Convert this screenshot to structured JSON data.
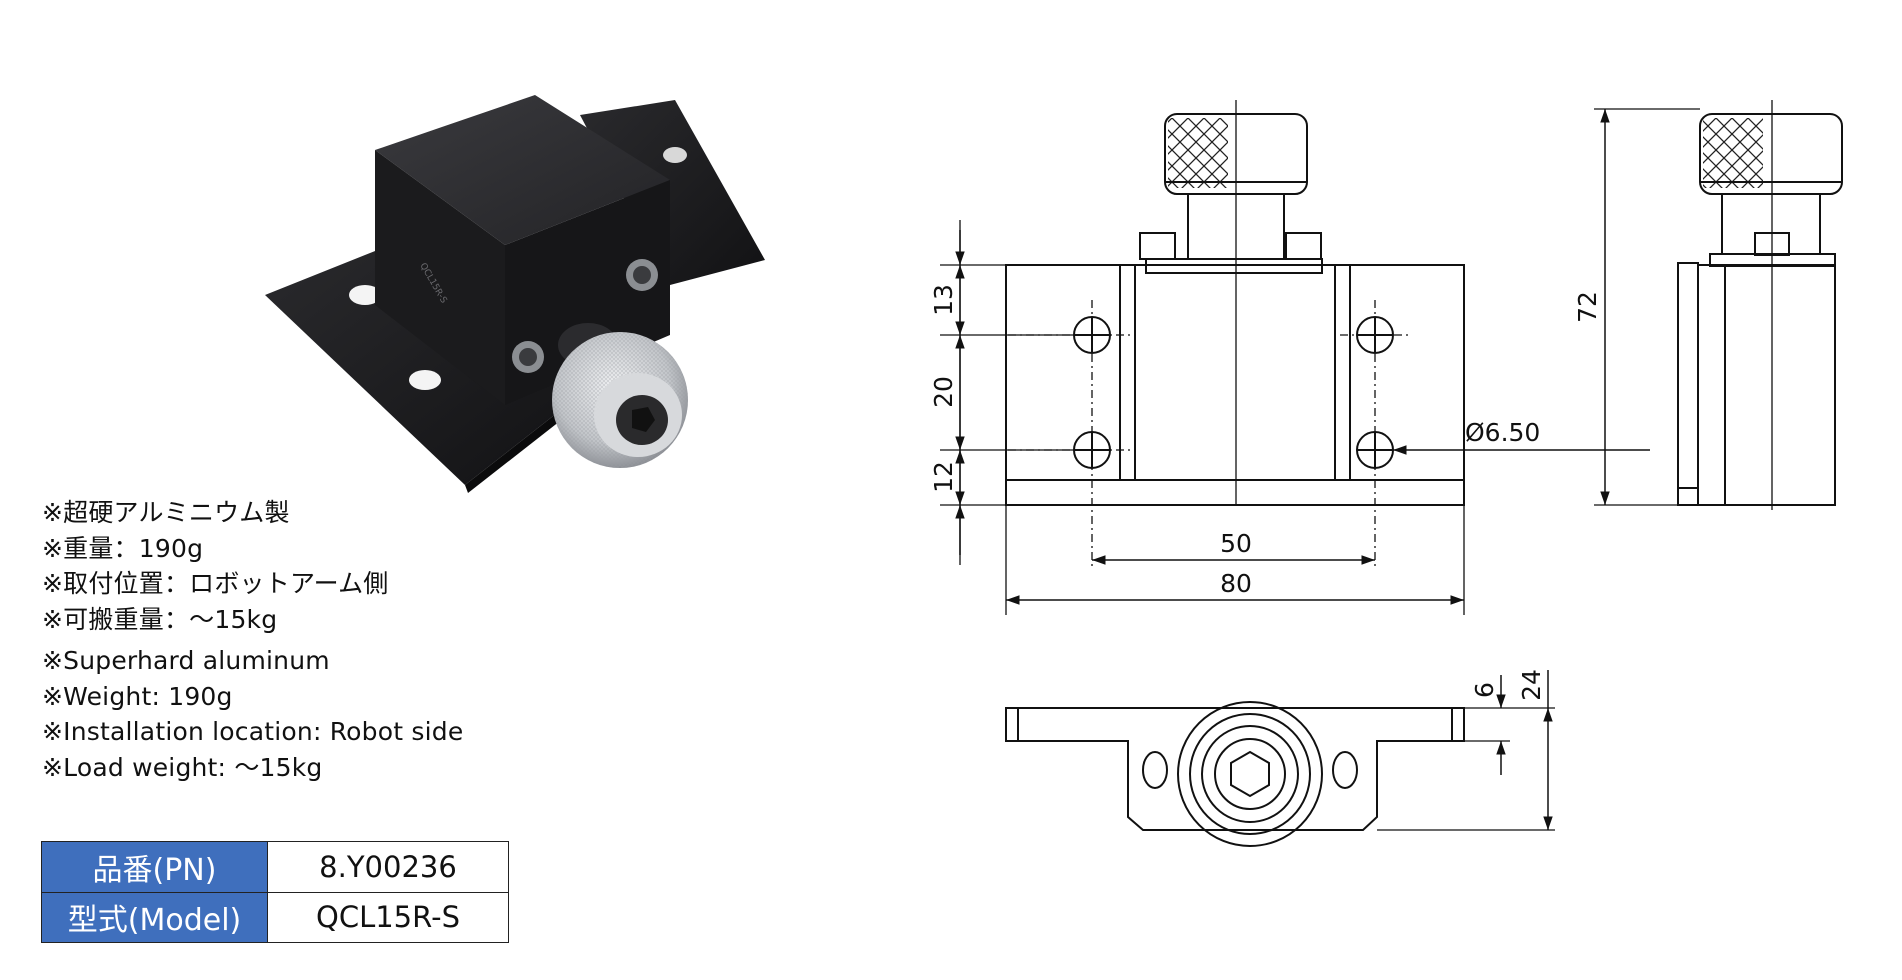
{
  "specs": {
    "jp": [
      "※超硬アルミニウム製",
      "※重量：190g",
      "※取付位置：ロボットアーム側",
      "※可搬重量：～15kg"
    ],
    "en": [
      "※Superhard aluminum",
      "※Weight: 190g",
      "※Installation location: Robot side",
      "※Load weight: ～15kg"
    ]
  },
  "table": {
    "pn_label": "品番(PN)",
    "pn_value": "8.Y00236",
    "model_label": "型式(Model)",
    "model_value": "QCL15R-S"
  },
  "drawing": {
    "front": {
      "d13": "13",
      "d20": "20",
      "d12": "12",
      "d50": "50",
      "d80": "80",
      "hole": "Ø6.50"
    },
    "side": {
      "d72": "72"
    },
    "bottom": {
      "d6": "6",
      "d24": "24"
    }
  },
  "colors": {
    "table_header": "#3f6fbd",
    "product_body": "#1c1c1e",
    "knob": "#c9ccd0"
  }
}
